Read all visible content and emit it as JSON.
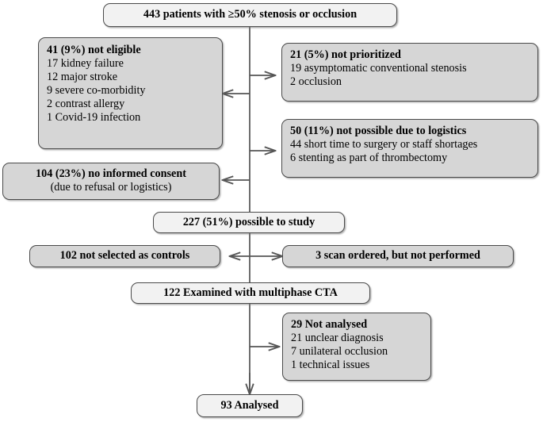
{
  "chart_data": {
    "type": "diagram",
    "title": "Patient inclusion flow diagram",
    "nodes": [
      {
        "id": "total",
        "header": "443 patients with ≥50% stenosis or occlusion",
        "subs": [],
        "style": "light"
      },
      {
        "id": "not-eligible",
        "header": "41 (9%) not eligible",
        "subs": [
          "17 kidney failure",
          "12 major stroke",
          "9 severe co-morbidity",
          "2 contrast allergy",
          "1 Covid-19 infection"
        ],
        "style": "gray"
      },
      {
        "id": "not-prioritized",
        "header": "21 (5%) not prioritized",
        "subs": [
          "19 asymptomatic conventional stenosis",
          "2 occlusion"
        ],
        "style": "gray"
      },
      {
        "id": "not-possible-logistics",
        "header": "50 (11%) not possible due to logistics",
        "subs": [
          "44 short time to surgery or staff shortages",
          "6 stenting as part of thrombectomy"
        ],
        "style": "gray"
      },
      {
        "id": "no-consent",
        "header": "104 (23%) no informed consent",
        "subs": [
          "(due to refusal or logistics)"
        ],
        "style": "gray"
      },
      {
        "id": "possible-to-study",
        "header": "227 (51%) possible to study",
        "subs": [],
        "style": "light"
      },
      {
        "id": "not-selected-controls",
        "header": "102 not selected as controls",
        "subs": [],
        "style": "gray"
      },
      {
        "id": "scan-not-performed",
        "header": "3 scan ordered, but not performed",
        "subs": [],
        "style": "gray"
      },
      {
        "id": "examined-cta",
        "header": "122 Examined with multiphase CTA",
        "subs": [],
        "style": "light"
      },
      {
        "id": "not-analysed",
        "header": "29 Not analysed",
        "subs": [
          "21 unclear diagnosis",
          "7 unilateral occlusion",
          "1 technical issues"
        ],
        "style": "gray"
      },
      {
        "id": "analysed",
        "header": "93 Analysed",
        "subs": [],
        "style": "light"
      }
    ],
    "edges": [
      {
        "from": "total",
        "to": "not-prioritized",
        "direction": "right"
      },
      {
        "from": "total",
        "to": "not-eligible",
        "direction": "left"
      },
      {
        "from": "total",
        "to": "not-possible-logistics",
        "direction": "right"
      },
      {
        "from": "total",
        "to": "no-consent",
        "direction": "left"
      },
      {
        "from": "total",
        "to": "possible-to-study",
        "direction": "down"
      },
      {
        "from": "possible-to-study",
        "to": "not-selected-controls",
        "direction": "left"
      },
      {
        "from": "possible-to-study",
        "to": "scan-not-performed",
        "direction": "right"
      },
      {
        "from": "possible-to-study",
        "to": "examined-cta",
        "direction": "down"
      },
      {
        "from": "examined-cta",
        "to": "not-analysed",
        "direction": "right"
      },
      {
        "from": "examined-cta",
        "to": "analysed",
        "direction": "down"
      }
    ],
    "colors": {
      "gray_box_fill": "#d6d6d6",
      "light_box_fill": "#f2f2f2",
      "border": "#4a4a4a",
      "connector": "#555555",
      "text": "#000000"
    }
  },
  "nodes": {
    "total": {
      "header": "443 patients with ≥50% stenosis or occlusion"
    },
    "not_eligible": {
      "header": "41 (9%) not eligible",
      "s1": "17 kidney failure",
      "s2": "12 major stroke",
      "s3": "9 severe co-morbidity",
      "s4": "2 contrast allergy",
      "s5": "1 Covid-19 infection"
    },
    "not_prioritized": {
      "header": "21 (5%) not prioritized",
      "s1": "19 asymptomatic conventional stenosis",
      "s2": "2 occlusion"
    },
    "not_possible_logistics": {
      "header": "50 (11%) not possible due to logistics",
      "s1": "44 short time to surgery or staff shortages",
      "s2": "6 stenting as part of thrombectomy"
    },
    "no_consent": {
      "header": "104 (23%) no informed consent",
      "s1": "(due to refusal or logistics)"
    },
    "possible_to_study": {
      "header": "227 (51%) possible to study"
    },
    "not_selected_controls": {
      "header": "102 not selected as controls"
    },
    "scan_not_performed": {
      "header": "3 scan ordered, but not performed"
    },
    "examined_cta": {
      "header": "122 Examined with multiphase CTA"
    },
    "not_analysed": {
      "header": "29 Not analysed",
      "s1": "21 unclear diagnosis",
      "s2": "7 unilateral occlusion",
      "s3": "1 technical issues"
    },
    "analysed": {
      "header": "93 Analysed"
    }
  }
}
